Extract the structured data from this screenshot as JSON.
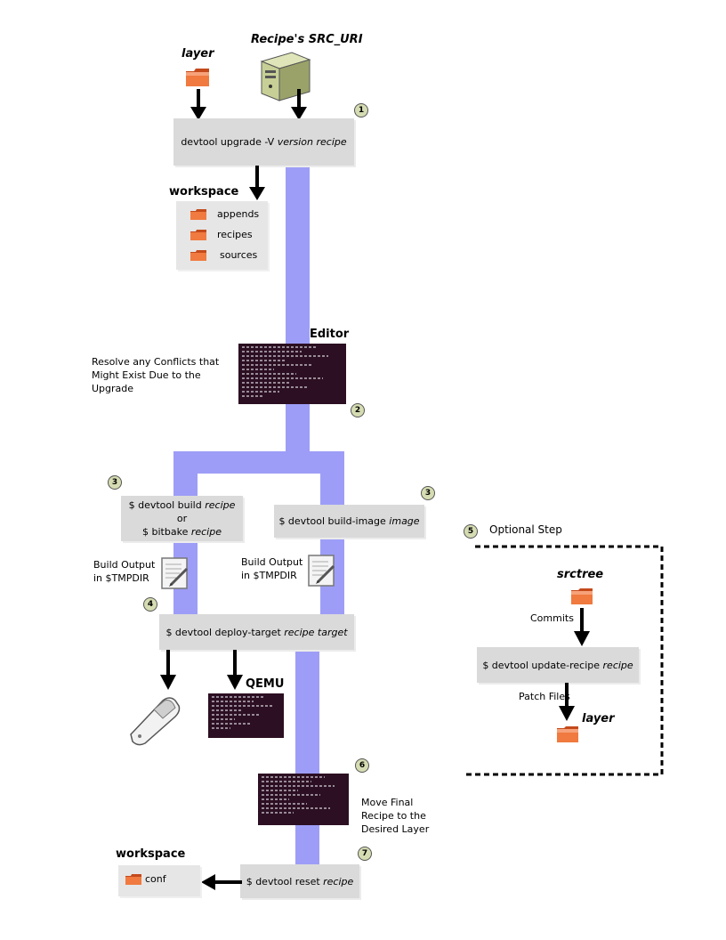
{
  "top": {
    "layer_label": "layer",
    "src_uri_label": "Recipe's SRC_URI"
  },
  "steps": {
    "s1": "1",
    "s2": "2",
    "s3a": "3",
    "s3b": "3",
    "s4": "4",
    "s5": "5",
    "s6": "6",
    "s7": "7"
  },
  "upgrade_box": {
    "cmd": "devtool upgrade -V ",
    "args": "version recipe"
  },
  "workspace_top": {
    "title": "workspace",
    "items": [
      "appends",
      "recipes",
      "sources"
    ]
  },
  "editor": {
    "title": "Editor",
    "note": [
      "Resolve any Conflicts that",
      "Might Exist Due to the",
      "Upgrade"
    ]
  },
  "build_box": {
    "line1_cmd": "$ devtool build ",
    "line1_arg": "recipe",
    "line2": "or",
    "line3_cmd": "$ bitbake ",
    "line3_arg": "recipe"
  },
  "build_image_box": {
    "cmd": "$ devtool build-image ",
    "arg": "image"
  },
  "build_output_left": [
    "Build Output",
    "in $TMPDIR"
  ],
  "build_output_right": [
    "Build Output",
    "in $TMPDIR"
  ],
  "deploy_box": {
    "cmd": "$ devtool deploy-target ",
    "args": "recipe target"
  },
  "qemu_label": "QEMU",
  "move_note": [
    "Move Final",
    "Recipe to the",
    "Desired Layer"
  ],
  "reset_box": {
    "cmd": "$ devtool reset ",
    "arg": "recipe"
  },
  "workspace_bottom": {
    "title": "workspace",
    "items": [
      "conf"
    ]
  },
  "optional": {
    "title": "Optional Step",
    "srctree_label": "srctree",
    "commits_label": "Commits",
    "update_box": {
      "cmd": "$ devtool update-recipe ",
      "arg": "recipe"
    },
    "patch_label": "Patch Files",
    "layer_label": "layer"
  },
  "colors": {
    "flow": "#9d9df7",
    "box": "#dadada",
    "terminal": "#2c0f22",
    "folder": "#e8642c",
    "step_circle": "#d6dcb2"
  },
  "icons": [
    "folder-icon",
    "server-icon",
    "terminal-icon",
    "document-pen-icon",
    "phone-icon"
  ]
}
